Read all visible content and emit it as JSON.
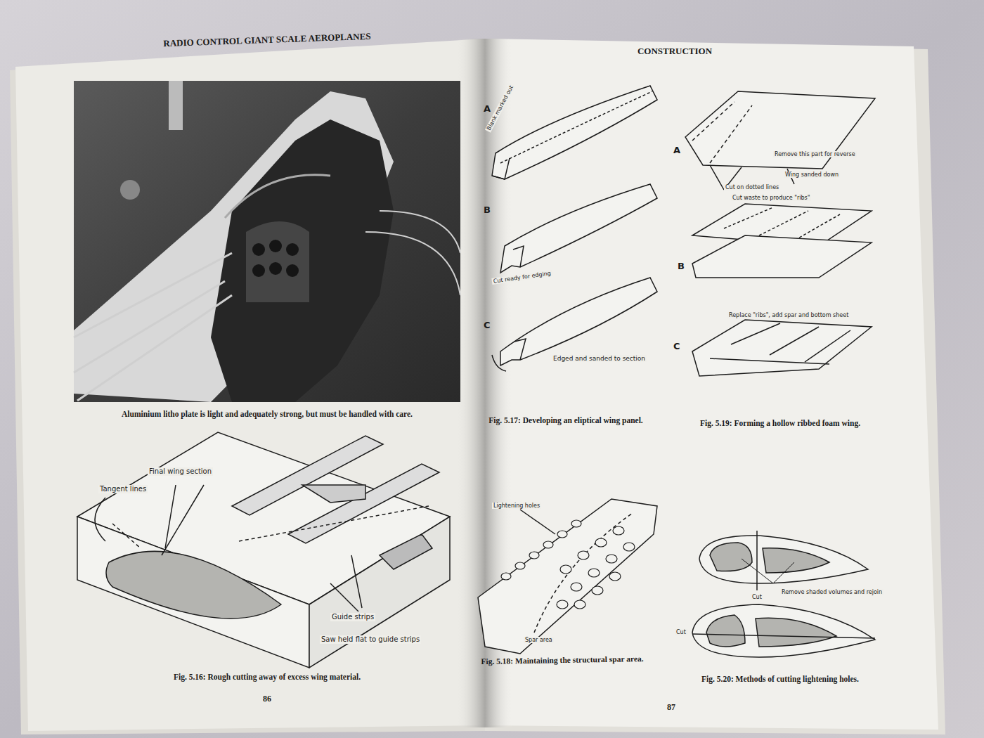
{
  "diagram": {
    "labels": [
      "RADIO CONTROL GIANT SCALE AEROPLANES",
      "CONSTRUCTION",
      "Aluminium litho plate is light and adequately strong, but must be handled with care.",
      "Final wing section",
      "Tangent lines",
      "Guide strips",
      "Saw held flat to guide strips",
      "Fig. 5.16: Rough cutting away of excess wing material.",
      "86",
      "A",
      "Blank marked out",
      "B",
      "Cut ready for edging",
      "C",
      "Edged and sanded to section",
      "Fig. 5.17: Developing an eliptical wing panel.",
      "A",
      "Cut on dotted lines",
      "Remove this part for reverse",
      "Wing sanded down",
      "Cut waste to produce \"ribs\"",
      "B",
      "Replace \"ribs\", add spar and bottom sheet",
      "C",
      "Fig. 5.19: Forming a hollow ribbed foam wing.",
      "Lightening holes",
      "Spar area",
      "Fig. 5.18: Maintaining the structural spar area.",
      "Cut",
      "Remove shaded volumes and rejoin",
      "Cut",
      "Fig. 5.20: Methods of cutting lightening holes.",
      "87"
    ]
  }
}
